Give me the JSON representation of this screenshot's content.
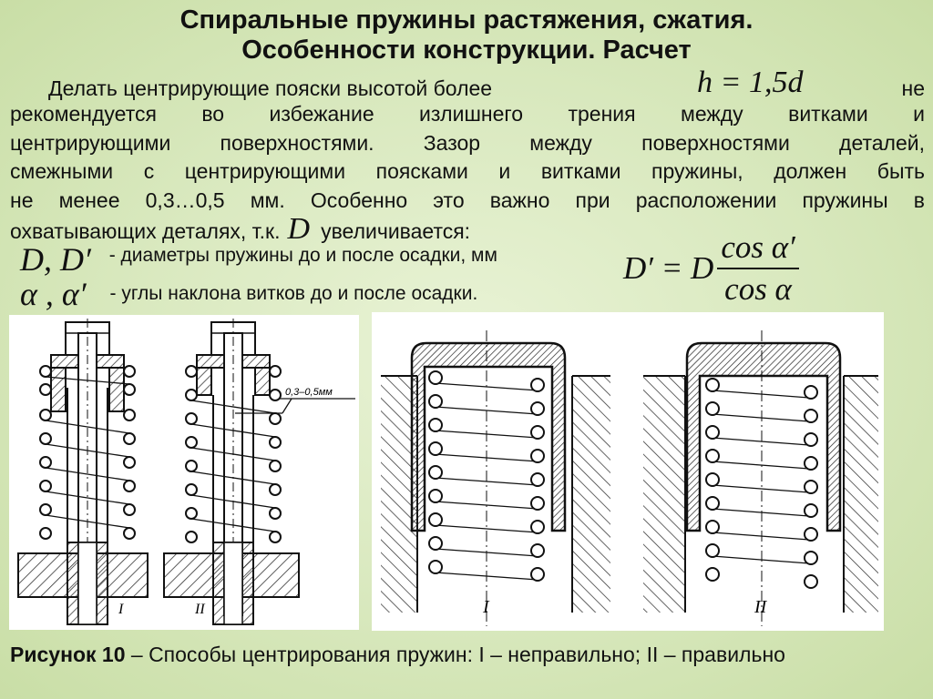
{
  "title": {
    "line1": "Спиральные пружины растяжения, сжатия.",
    "line2": "Особенности конструкции. Расчет"
  },
  "paragraph": {
    "line1_start": "Делать центрирующие пояски высотой более",
    "formula_h": "h = 1,5d",
    "line1_end": "не",
    "line2": "рекомендуется во избежание излишнего трения между витками и",
    "line3": "центрирующими поверхностями. Зазор между поверхностями деталей,",
    "line4": "смежными с центрирующими поясками и витками пружины, должен быть",
    "line5": "не менее 0,3…0,5 мм. Особенно это важно при расположении пружины в",
    "line6_start": "охватывающих деталях, т.к.",
    "line6_symbol": "D",
    "line6_end": "увеличивается:"
  },
  "legend": {
    "d_symbol": "D, D′",
    "d_text": "- диаметры пружины до и после осадки, мм",
    "alpha_symbol": "α , α′",
    "alpha_text": "- углы наклона витков до и после осадки."
  },
  "formula_main": {
    "lhs": "D′ = D",
    "numerator": "cos α′",
    "denominator": "cos α"
  },
  "figure_left": {
    "dimension_label": "0,3–0,5мм",
    "label_I": "I",
    "label_II": "II"
  },
  "figure_right": {
    "label_I": "I",
    "label_II": "II"
  },
  "caption": {
    "bold": "Рисунок 10",
    "text": " – Способы центрирования пружин: I – неправильно; II – правильно"
  }
}
